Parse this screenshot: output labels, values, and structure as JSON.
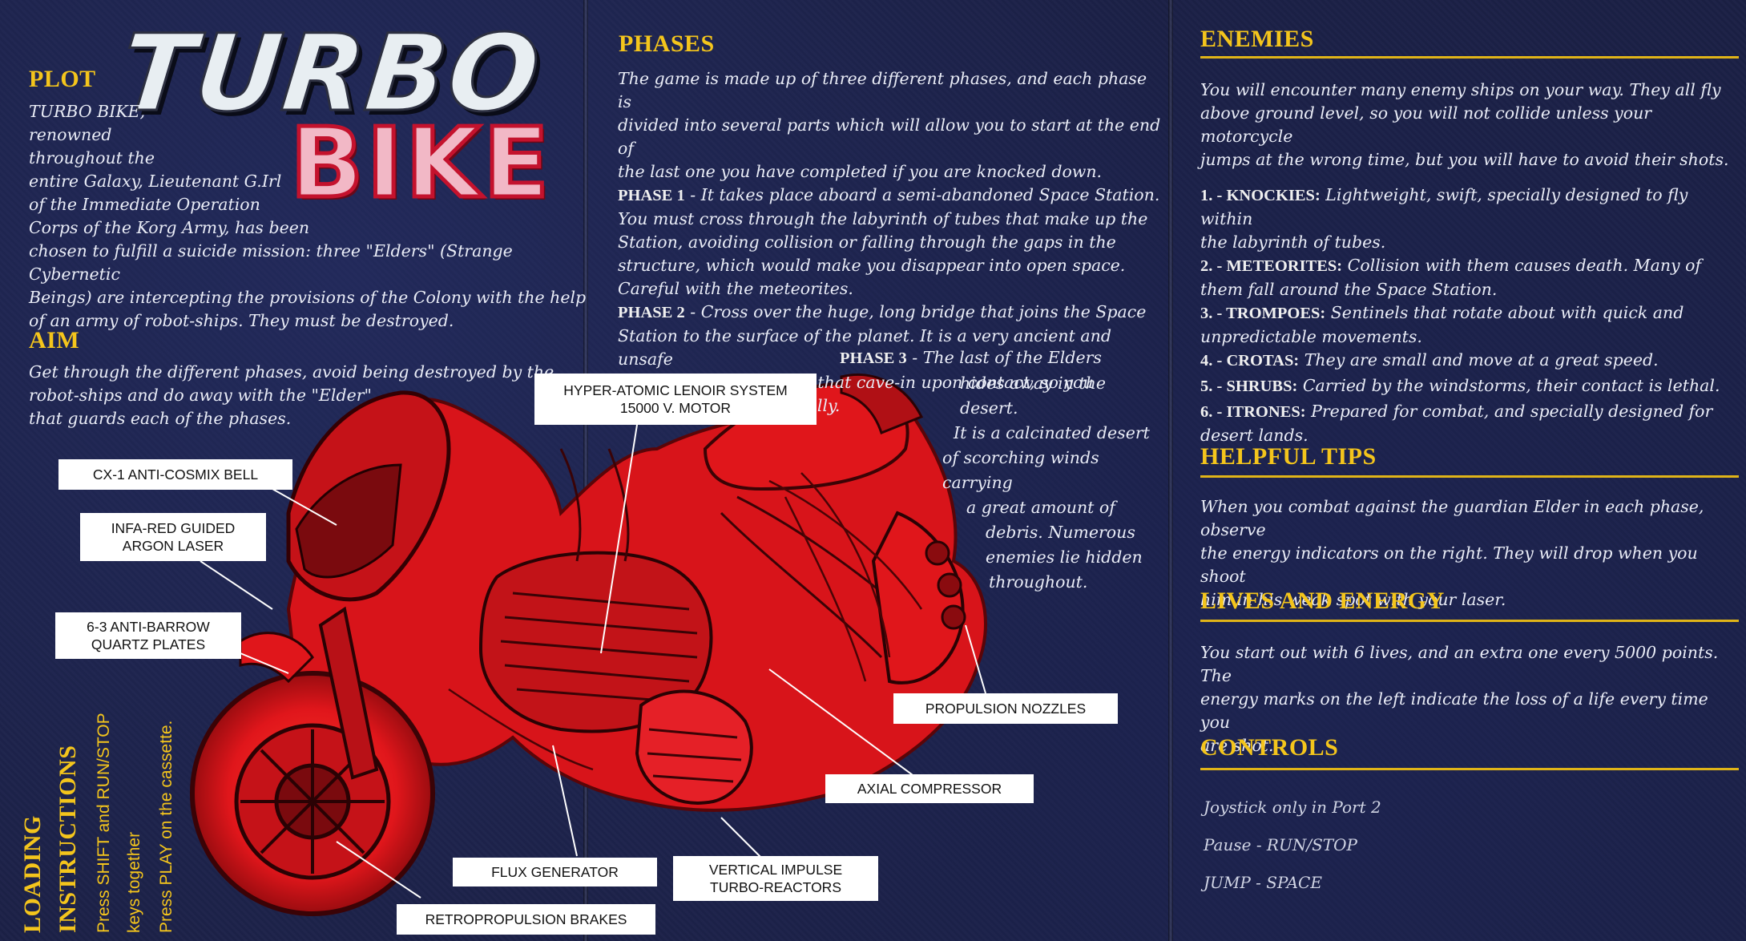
{
  "logo": {
    "line1": "TURBO",
    "line2": "BIKE"
  },
  "plot": {
    "heading": "PLOT",
    "lines": [
      "TURBO BIKE,",
      "renowned",
      "throughout the",
      "entire Galaxy, Lieutenant G.Irl",
      "of the Immediate Operation",
      "Corps of the Korg Army, has been",
      "chosen to fulfill a suicide mission: three \"Elders\" (Strange Cybernetic",
      "Beings) are intercepting the provisions of the Colony with the help",
      "of an army of robot-ships. They must be destroyed."
    ]
  },
  "aim": {
    "heading": "AIM",
    "lines": [
      "Get through the different phases, avoid being destroyed by the",
      "robot-ships and do away with the \"Elder\"",
      "that guards each of the phases."
    ]
  },
  "phases": {
    "heading": "PHASES",
    "intro_lines": [
      "The game is made up of three different phases, and each phase is",
      "divided into several parts which will allow you to start at the end of",
      "the last one you have completed if you are knocked down."
    ],
    "phase1_title": "PHASE 1",
    "phase1_lines": [
      " - It takes place aboard a semi-abandoned Space Station.",
      "You must cross through the labyrinth of tubes that make up the",
      "Station, avoiding collision or falling through the gaps in the",
      "structure, which would make you disappear into open space.",
      "Careful with the meteorites."
    ],
    "phase2_title": "PHASE 2",
    "phase2_lines": [
      " - Cross over the huge, long bridge that joins the Space",
      "Station to the surface of the planet.  It is a very ancient and unsafe",
      "bridge.  There are parts that  cave-in upon contact, so you",
      "have to ride very carefully."
    ],
    "phase3_title": "PHASE 3",
    "phase3_lines": [
      " - The last of the Elders",
      "hides away in the desert.",
      "It is a calcinated desert",
      "of scorching winds carrying",
      "a great amount of",
      "debris. Numerous",
      "enemies lie hidden",
      "throughout."
    ]
  },
  "enemies": {
    "heading": "ENEMIES",
    "intro_lines": [
      "You will encounter many enemy ships on your way.  They all fly",
      "above ground level, so you will not collide unless your motorcycle",
      "jumps at the wrong time, but you will have to avoid their shots."
    ],
    "list": [
      {
        "num": "1. - ",
        "name": "KNOCKIES:",
        "lines": [
          " Lightweight, swift, specially designed to fly within",
          "the labyrinth of tubes."
        ]
      },
      {
        "num": "2. - ",
        "name": "METEORITES:",
        "lines": [
          " Collision with them causes death.  Many of",
          "them fall around the Space Station."
        ]
      },
      {
        "num": "3. - ",
        "name": "TROMPOES:",
        "lines": [
          " Sentinels that rotate about with quick and",
          "unpredictable movements."
        ]
      },
      {
        "num": "4. - ",
        "name": "CROTAS:",
        "lines": [
          " They are small and move at a great speed."
        ]
      },
      {
        "num": "5. - ",
        "name": "SHRUBS:",
        "lines": [
          " Carried by the windstorms, their contact is lethal."
        ]
      },
      {
        "num": "6. - ",
        "name": "ITRONES:",
        "lines": [
          " Prepared for combat, and specially designed for",
          "desert lands."
        ]
      }
    ]
  },
  "tips": {
    "heading": "HELPFUL TIPS",
    "lines": [
      "When you combat against the guardian Elder in each phase, observe",
      "the energy indicators on the right.  They will drop when you shoot",
      "him in his weak spot with your laser."
    ]
  },
  "lives": {
    "heading": "LIVES AND ENERGY",
    "lines": [
      "You start out with 6 lives, and an extra one every 5000 points.  The",
      "energy marks on the left indicate the loss of a life every time you",
      "are shot."
    ]
  },
  "controls": {
    "heading": "CONTROLS",
    "items": [
      "Joystick only in Port 2",
      "Pause - RUN/STOP",
      "JUMP - SPACE"
    ]
  },
  "loading": {
    "heading1": "LOADING",
    "heading2": "INSTRUCTIONS",
    "line1": "Press SHIFT and RUN/STOP",
    "line2": "keys together",
    "line3": "Press PLAY on the cassette."
  },
  "labels": {
    "hyper1": "HYPER-ATOMIC LENOIR SYSTEM",
    "hyper2": "15000 V. MOTOR",
    "cx": "CX-1 ANTI-COSMIX BELL",
    "infa1": "INFA-RED GUIDED",
    "infa2": "ARGON LASER",
    "anti1": "6-3 ANTI-BARROW",
    "anti2": "QUARTZ PLATES",
    "propulsion": "PROPULSION NOZZLES",
    "axial": "AXIAL COMPRESSOR",
    "vertical1": "VERTICAL IMPULSE",
    "vertical2": "TURBO-REACTORS",
    "flux": "FLUX GENERATOR",
    "retro": "RETROPROPULSION BRAKES"
  },
  "colors": {
    "heading": "#f4c51c",
    "bike": "#e0161b",
    "background": "#1b2044"
  }
}
